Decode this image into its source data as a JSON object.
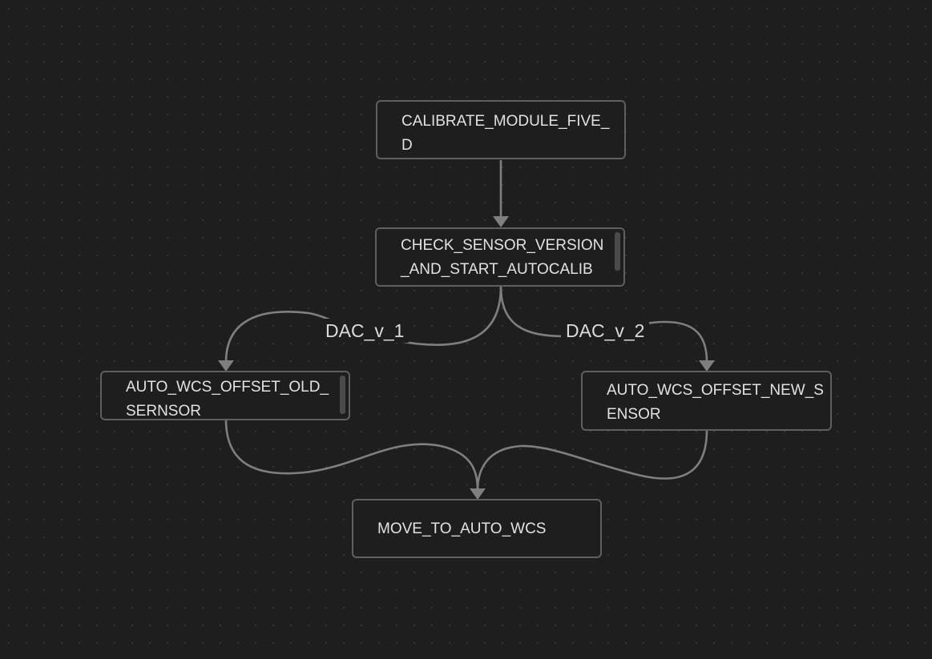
{
  "diagram": {
    "nodes": {
      "calibrate": {
        "label": "CALIBRATE_MODULE_FIVE_\nD"
      },
      "check_sensor": {
        "label": "CHECK_SENSOR_VERSION\n_AND_START_AUTOCALIB"
      },
      "offset_old": {
        "label": "AUTO_WCS_OFFSET_OLD_\nSERNSOR"
      },
      "offset_new": {
        "label": "AUTO_WCS_OFFSET_NEW_S\nENSOR"
      },
      "move_to": {
        "label": "MOVE_TO_AUTO_WCS"
      }
    },
    "edge_labels": {
      "dac_v1": "DAC_v_1",
      "dac_v2": "DAC_v_2"
    },
    "edges": [
      {
        "from": "calibrate",
        "to": "check_sensor",
        "label": ""
      },
      {
        "from": "check_sensor",
        "to": "offset_old",
        "label": "DAC_v_1"
      },
      {
        "from": "check_sensor",
        "to": "offset_new",
        "label": "DAC_v_2"
      },
      {
        "from": "offset_old",
        "to": "move_to",
        "label": ""
      },
      {
        "from": "offset_new",
        "to": "move_to",
        "label": ""
      }
    ]
  }
}
